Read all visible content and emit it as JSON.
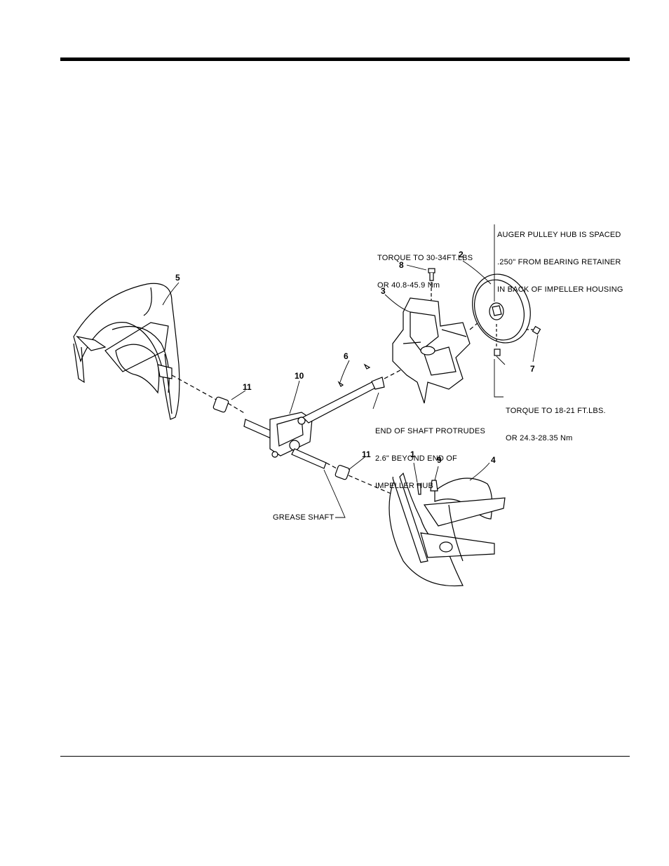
{
  "callouts": {
    "c1": "1",
    "c2": "2",
    "c3": "3",
    "c4": "4",
    "c5": "5",
    "c6": "6",
    "c7": "7",
    "c8": "8",
    "c9": "9",
    "c10": "10",
    "c11a": "11",
    "c11b": "11"
  },
  "notes": {
    "auger_pulley": [
      "AUGER PULLEY HUB IS SPACED",
      ".250\" FROM BEARING RETAINER",
      "IN BACK OF IMPELLER HOUSING"
    ],
    "torque_top": [
      "TORQUE TO 30-34FT.LBS",
      "OR 40.8-45.9 Nm"
    ],
    "torque_bottom": [
      "TORQUE TO 18-21 FT.LBS.",
      "OR 24.3-28.35 Nm"
    ],
    "shaft_end": [
      "END OF SHAFT PROTRUDES",
      "2.6\" BEYOND END OF",
      "IMPELLER HUB"
    ],
    "grease": "GREASE SHAFT"
  }
}
